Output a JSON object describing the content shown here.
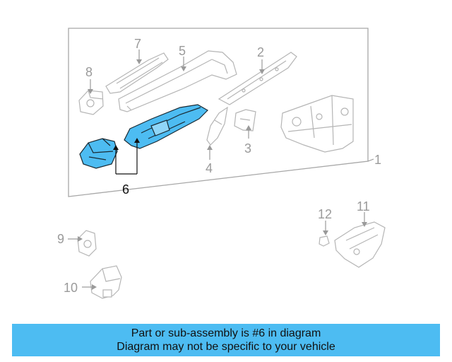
{
  "callouts": {
    "c1": "1",
    "c2": "2",
    "c3": "3",
    "c4": "4",
    "c5": "5",
    "c6": "6",
    "c7": "7",
    "c8": "8",
    "c9": "9",
    "c10": "10",
    "c11": "11",
    "c12": "12"
  },
  "highlight_color": "#4dbcf2",
  "caption": {
    "line1": "Part or sub-assembly is #6 in diagram",
    "line2": "Diagram may not be specific to your vehicle"
  }
}
